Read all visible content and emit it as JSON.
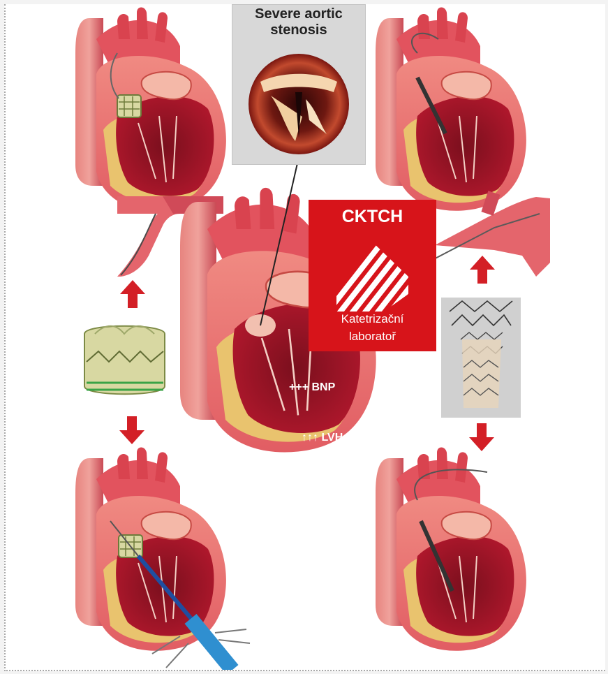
{
  "stenosis_panel": {
    "title_line1": "Severe aortic",
    "title_line2": "stenosis"
  },
  "logo": {
    "name": "CKTCH",
    "line1": "Katetrizační",
    "line2": "laboratoř",
    "color": "#d7141a"
  },
  "labels": {
    "bnp": "+++ BNP",
    "lvh": "↑↑↑ LVH"
  },
  "colors": {
    "heart_outer": "#e8767a",
    "heart_dark": "#9e1526",
    "vessel": "#c8324a",
    "arrow": "#d31f26",
    "fat": "#e6c06a",
    "valve_green": "#d8d8a2"
  }
}
